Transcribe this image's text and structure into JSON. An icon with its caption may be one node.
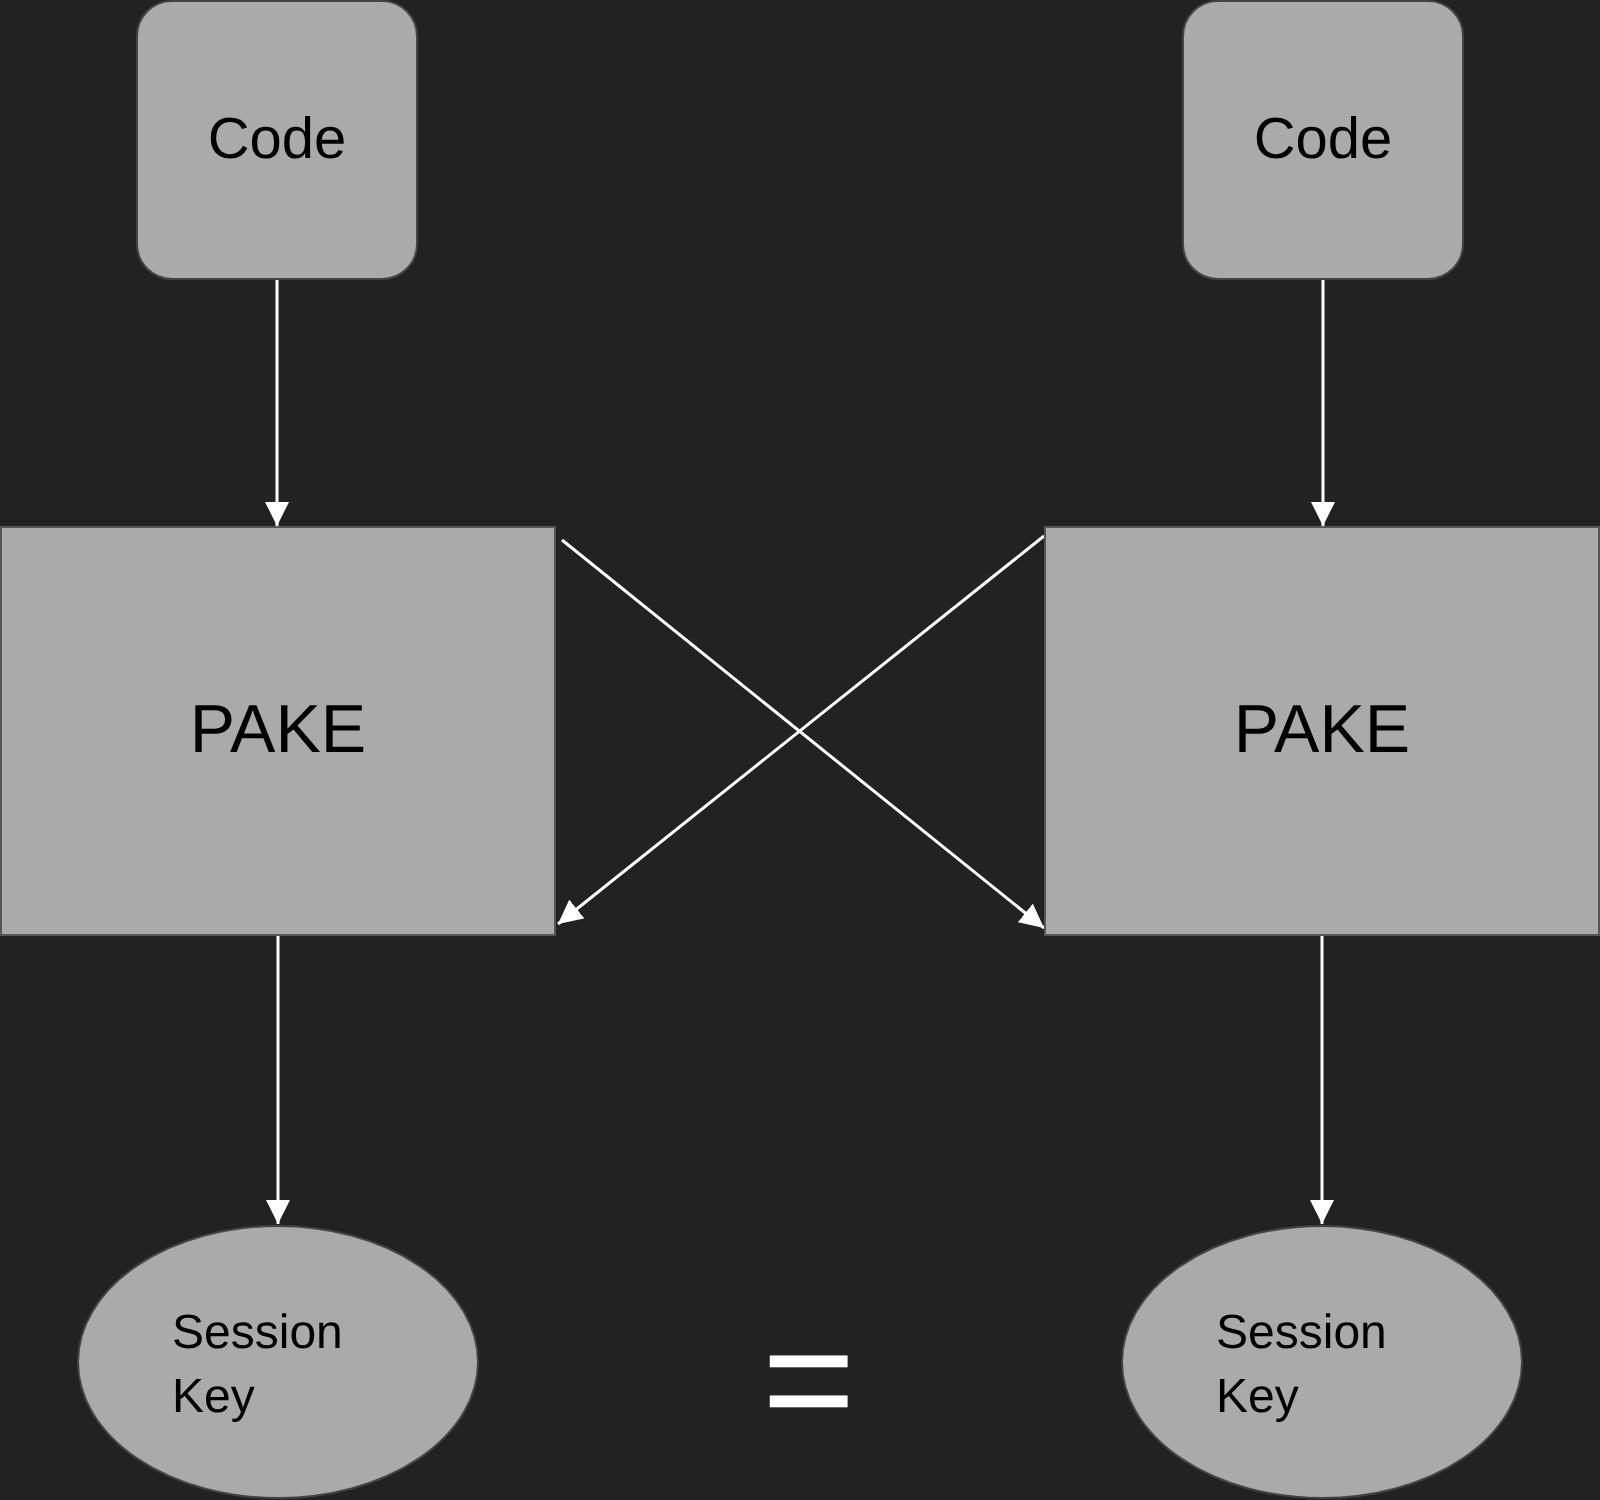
{
  "diagram": {
    "nodes": [
      {
        "text": [
          "Code"
        ]
      },
      {
        "text": [
          "Code"
        ]
      },
      {
        "text": [
          "PAKE"
        ]
      },
      {
        "text": [
          "PAKE"
        ]
      },
      {
        "text": [
          "Session Key"
        ]
      },
      {
        "text": [
          "Session Key"
        ]
      }
    ],
    "edges": [
      {
        "from": 0,
        "to": 2,
        "arrow": "to"
      },
      {
        "from": 1,
        "to": 3,
        "arrow": "to"
      },
      {
        "from": 2,
        "to": 3,
        "arrow": "to"
      },
      {
        "from": 3,
        "to": 2,
        "arrow": "to"
      },
      {
        "from": 2,
        "to": 4,
        "arrow": "to"
      },
      {
        "from": 3,
        "to": 5,
        "arrow": "to"
      }
    ],
    "labels": [
      "="
    ]
  }
}
